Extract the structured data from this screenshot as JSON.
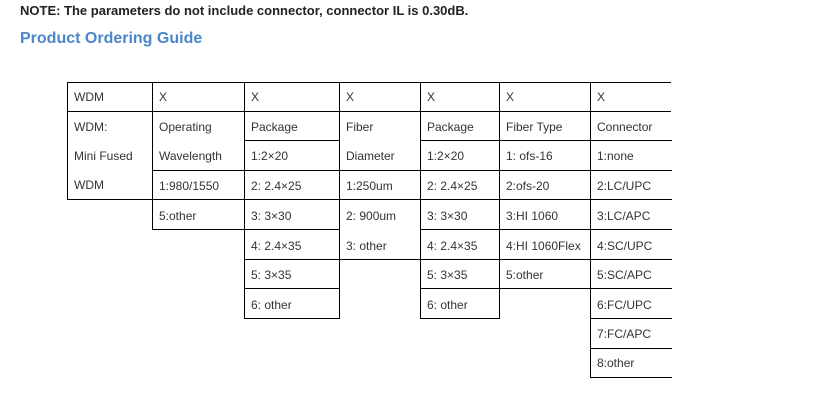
{
  "note": "NOTE: The parameters do not include connector, connector IL is 0.30dB.",
  "guide_title": "Product Ordering Guide",
  "table": {
    "columns": [
      {
        "header": "WDM",
        "items": [
          "WDM:",
          "Mini Fused",
          "WDM"
        ]
      },
      {
        "header": "X",
        "items": [
          "Operating",
          "Wavelength",
          "1:980/1550",
          "5:other"
        ]
      },
      {
        "header": "X",
        "items": [
          "Package",
          "1:2×20",
          "2: 2.4×25",
          "3: 3×30",
          "4: 2.4×35",
          "5: 3×35",
          "6: other"
        ]
      },
      {
        "header": "X",
        "items": [
          "Fiber",
          "Diameter",
          "1:250um",
          "2: 900um",
          "3: other"
        ]
      },
      {
        "header": "X",
        "items": [
          "Package",
          "1:2×20",
          "2: 2.4×25",
          "3: 3×30",
          "4: 2.4×35",
          "5: 3×35",
          "6: other"
        ]
      },
      {
        "header": "X",
        "items": [
          "Fiber Type",
          "1: ofs-16",
          "2:ofs-20",
          "3:HI 1060",
          "4:HI 1060Flex",
          "5:other"
        ]
      },
      {
        "header": "X",
        "items": [
          "Connector",
          "1:none",
          "2:LC/UPC",
          "3:LC/APC",
          "4:SC/UPC",
          "5:SC/APC",
          "6:FC/UPC",
          "7:FC/APC",
          "8:other"
        ]
      }
    ]
  }
}
